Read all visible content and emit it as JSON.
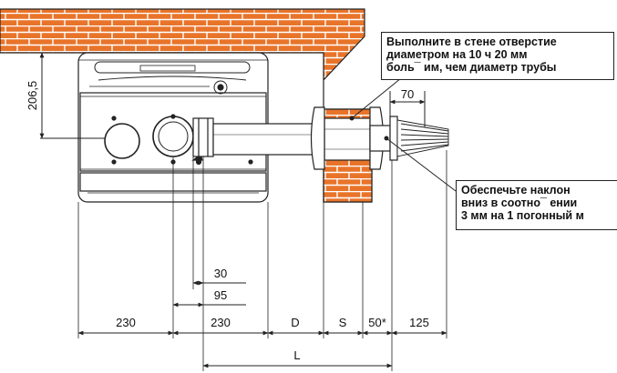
{
  "notes": {
    "wall_hole": "Выполните в стене отверстие\nдиаметром на 10 ч 20 мм\nболь¯ им, чем диаметр трубы",
    "slope": "Обеспечьте наклон\nвниз в соотно¯ ении\n3 мм на 1 погонный м"
  },
  "dimensions": {
    "height": "206,5",
    "terminal": "70",
    "d30": "30",
    "d95": "95",
    "boiler1": "230",
    "boiler2": "230",
    "D": "D",
    "S": "S",
    "clearance": "50*",
    "tail": "125",
    "L": "L"
  },
  "colors": {
    "brick": "#e8742a",
    "mortar": "#ffffff",
    "line": "#222222"
  }
}
